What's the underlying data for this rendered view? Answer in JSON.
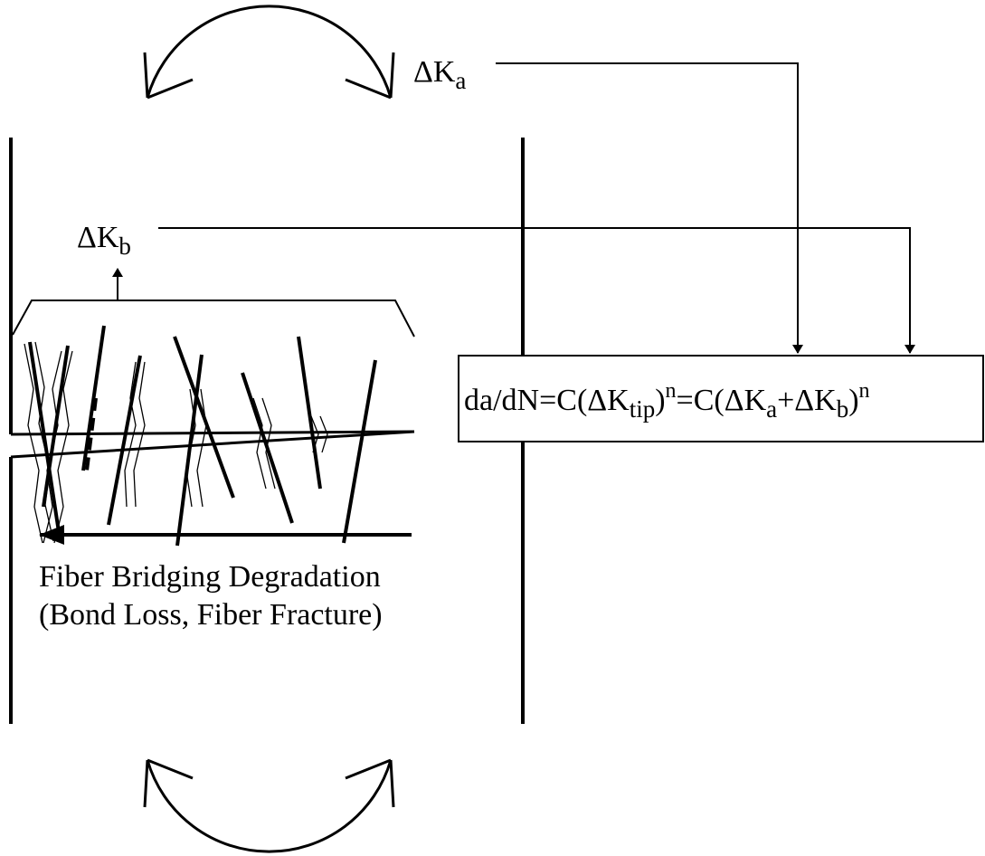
{
  "labels": {
    "delta_ka": {
      "delta": "ΔK",
      "sub": "a"
    },
    "delta_kb": {
      "delta": "ΔK",
      "sub": "b"
    },
    "equation": {
      "p1": "da/dN=C(ΔK",
      "sub_tip": "tip",
      "p2": ")",
      "sup1": "n",
      "p3": "=C(ΔK",
      "sub_a": "a",
      "p4": "+ΔK",
      "sub_b": "b",
      "p5": ")",
      "sup2": "n"
    },
    "caption_line1": "Fiber Bridging Degradation",
    "caption_line2": "(Bond Loss, Fiber Fracture)"
  },
  "colors": {
    "line": "#000000",
    "background": "#ffffff"
  }
}
